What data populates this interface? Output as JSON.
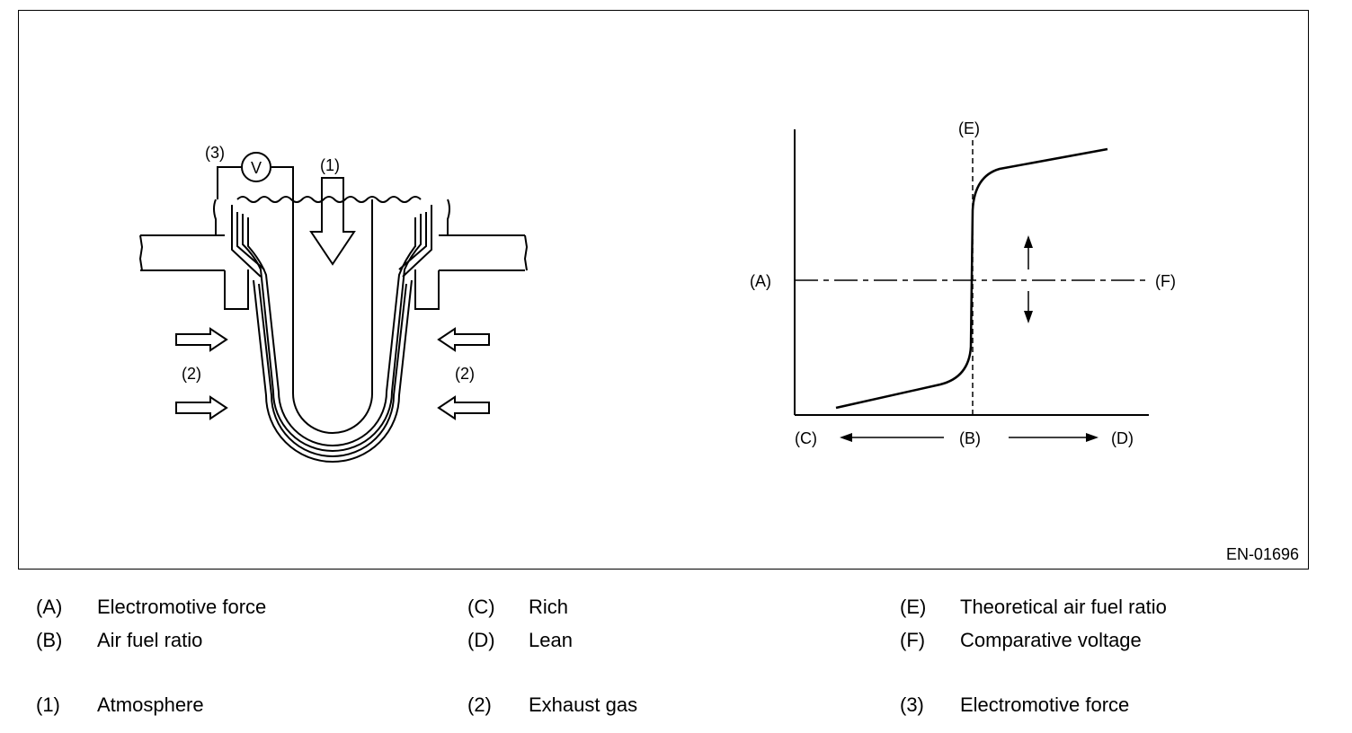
{
  "figure": {
    "id": "EN-01696",
    "sensor": {
      "label_1": "(1)",
      "label_2": "(2)",
      "label_3": "(3)",
      "voltmeter": "V"
    },
    "graph": {
      "label_A": "(A)",
      "label_B": "(B)",
      "label_C": "(C)",
      "label_D": "(D)",
      "label_E": "(E)",
      "label_F": "(F)"
    }
  },
  "legend": {
    "letters": [
      {
        "key": "(A)",
        "text": "Electromotive force"
      },
      {
        "key": "(B)",
        "text": "Air fuel ratio"
      },
      {
        "key": "(C)",
        "text": "Rich"
      },
      {
        "key": "(D)",
        "text": "Lean"
      },
      {
        "key": "(E)",
        "text": "Theoretical air fuel ratio"
      },
      {
        "key": "(F)",
        "text": "Comparative voltage"
      }
    ],
    "numbers": [
      {
        "key": "(1)",
        "text": "Atmosphere"
      },
      {
        "key": "(2)",
        "text": "Exhaust gas"
      },
      {
        "key": "(3)",
        "text": "Electromotive force"
      }
    ]
  }
}
